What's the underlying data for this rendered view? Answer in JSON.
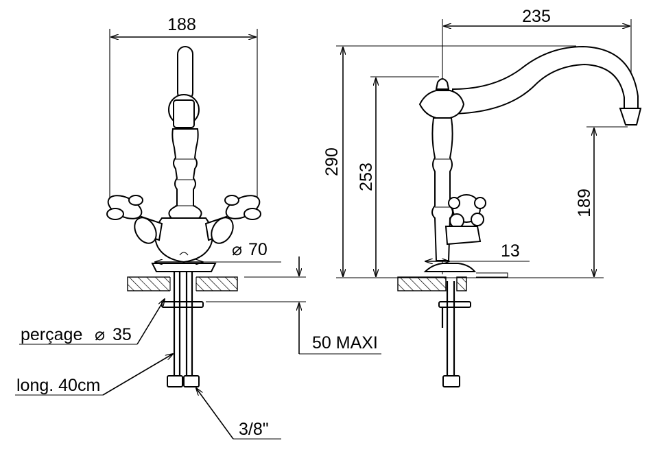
{
  "front_view": {
    "width_label": "188",
    "base_diameter_label": "70",
    "drill_label": "perçage",
    "drill_diameter_label": "35",
    "hose_label": "long. 40cm",
    "thread_label": "3/8\"",
    "deck_thickness_label": "50 MAXI"
  },
  "side_view": {
    "reach_label": "235",
    "total_height_label": "290",
    "body_height_label": "253",
    "spout_height_label": "189",
    "offset_label": "13"
  },
  "diameter_symbol": "⌀"
}
